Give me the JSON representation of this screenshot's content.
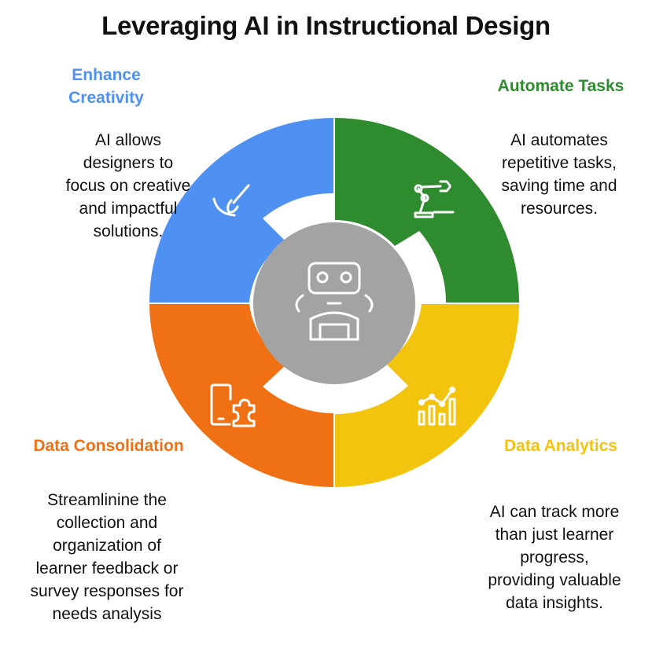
{
  "title": "Leveraging AI in Instructional Design",
  "sections": {
    "creativity": {
      "heading": [
        "Enhance",
        "Creativity"
      ],
      "text": [
        "AI allows",
        "designers to",
        "focus on creative",
        "and impactful",
        "solutions."
      ],
      "color": "#4f91f2",
      "icon": "paintbrush-icon"
    },
    "automate": {
      "heading": [
        "Automate Tasks"
      ],
      "text": [
        "AI automates",
        "repetitive tasks,",
        "saving time and",
        "resources."
      ],
      "color": "#2e8b2e",
      "icon": "robotic-arm-icon"
    },
    "consolidation": {
      "heading": [
        "Data Consolidation"
      ],
      "text": [
        "Streamlinine the",
        "collection and",
        "organization of",
        "learner feedback or",
        "survey responses for",
        "needs analysis"
      ],
      "color": "#f07014",
      "icon": "phone-puzzle-icon"
    },
    "analytics": {
      "heading": [
        "Data Analytics"
      ],
      "text": [
        "AI can track more",
        "than just learner",
        "progress,",
        "providing valuable",
        "data insights."
      ],
      "color": "#f2c40d",
      "icon": "bar-line-chart-icon"
    }
  },
  "center": {
    "color": "#a3a3a3",
    "icon": "robot-icon"
  }
}
